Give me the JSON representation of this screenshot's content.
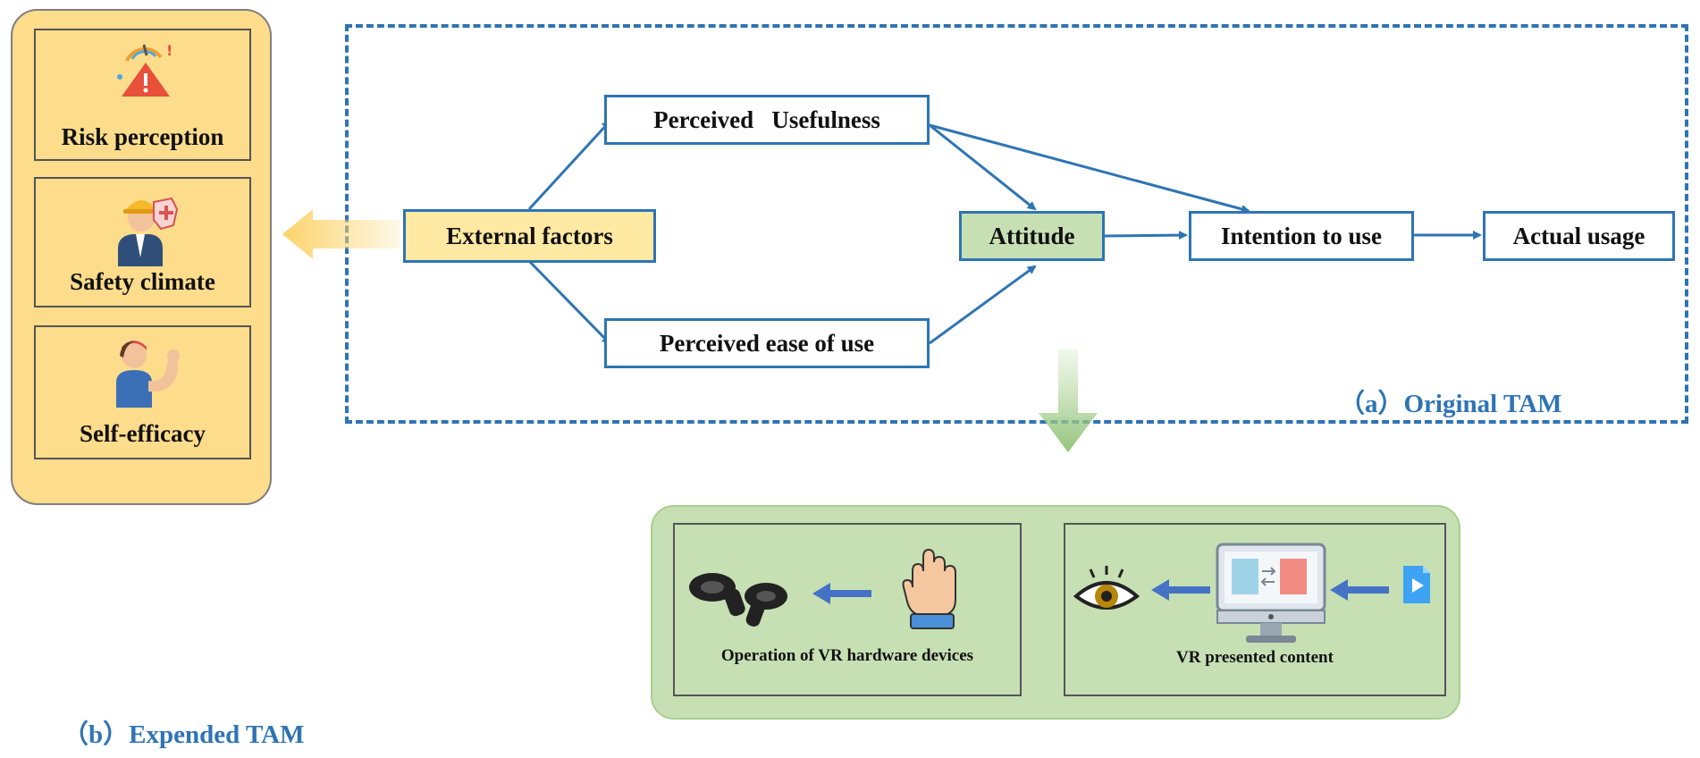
{
  "factors": [
    {
      "label": "Risk perception",
      "icon": "warning-icon"
    },
    {
      "label": "Safety climate",
      "icon": "worker-icon"
    },
    {
      "label": "Self-efficacy",
      "icon": "strong-arm-icon"
    }
  ],
  "nodes": {
    "external": "External factors",
    "usefulness": "Perceived   Usefulness",
    "ease": "Perceived ease of use",
    "attitude": "Attitude",
    "intention": "Intention to use",
    "actual": "Actual usage"
  },
  "captions": {
    "original": "（a）Original TAM",
    "expended": "（b）Expended TAM"
  },
  "extended": {
    "hardware_label": "Operation of VR hardware devices",
    "content_label": "VR presented content"
  },
  "colors": {
    "blue": "#2e74b5",
    "yellow": "#fddc8c",
    "green": "#c6e0b4",
    "arrow_blue": "#4472c4"
  }
}
